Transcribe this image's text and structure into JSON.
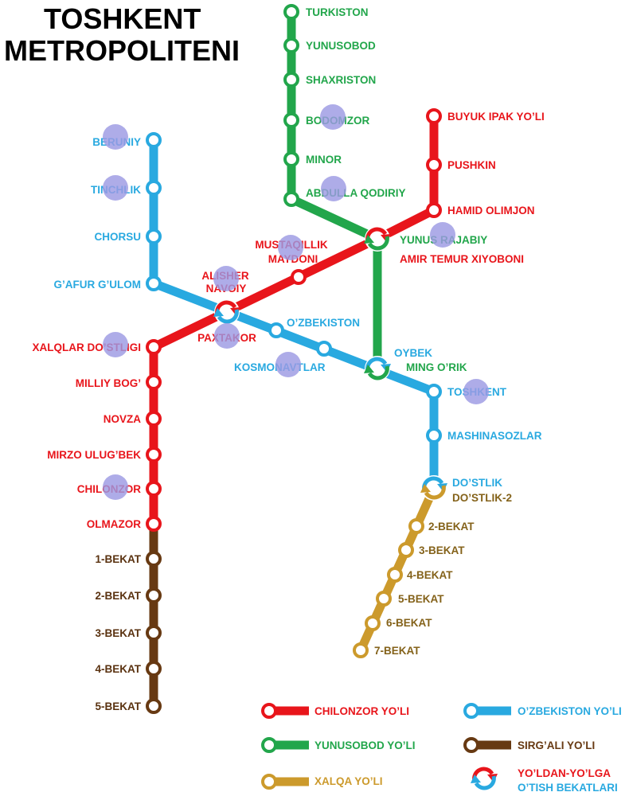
{
  "title": {
    "line1": "TOSHKENT",
    "line2": "METROPOLITENI"
  },
  "colors": {
    "chilonzor": "#e8151b",
    "yunusobod": "#22a64b",
    "ozbekiston": "#29a9e0",
    "sirgali": "#673912",
    "xalqa": "#cc9a2c",
    "xalqa_label": "#84621a",
    "sirgali_label": "#5a3210",
    "marker": "#9c9ae3",
    "title": "#000000"
  },
  "lines": {
    "yunusobod": {
      "stations": [
        [
          "TURKISTON"
        ],
        [
          "YUNUSOBOD"
        ],
        [
          "SHAXRISTON"
        ],
        [
          "BODOMZOR"
        ],
        [
          "MINOR"
        ],
        [
          "ABDULLA QODIRIY"
        ],
        [
          "YUNUS RAJABIY"
        ],
        [
          "MING O’RIK"
        ]
      ]
    },
    "chilonzor": {
      "stations": [
        [
          "BUYUK IPAK YO’LI"
        ],
        [
          "PUSHKIN"
        ],
        [
          "HAMID OLIMJON"
        ],
        [
          "AMIR TEMUR XIYOBONI"
        ],
        [
          "MUSTAQILLIK",
          "MAYDONI"
        ],
        [
          "ALISHER",
          "NAVOIY"
        ],
        [
          "XALQLAR DO’STLIGI"
        ],
        [
          "MILLIY BOG’"
        ],
        [
          "NOVZA"
        ],
        [
          "MIRZO ULUG’BEK"
        ],
        [
          "CHILONZOR"
        ],
        [
          "OLMAZOR"
        ]
      ]
    },
    "ozbekiston": {
      "stations": [
        [
          "BERUNIY"
        ],
        [
          "TINCHLIK"
        ],
        [
          "CHORSU"
        ],
        [
          "G’AFUR G’ULOM"
        ],
        [
          "PAXTAKOR"
        ],
        [
          "O’ZBEKISTON"
        ],
        [
          "KOSMONAVTLAR"
        ],
        [
          "OYBEK"
        ],
        [
          "TOSHKENT"
        ],
        [
          "MASHINASOZLAR"
        ],
        [
          "DO’STLIK"
        ]
      ]
    },
    "sirgali": {
      "stations": [
        [
          "1-BEKAT"
        ],
        [
          "2-BEKAT"
        ],
        [
          "3-BEKAT"
        ],
        [
          "4-BEKAT"
        ],
        [
          "5-BEKAT"
        ]
      ]
    },
    "xalqa": {
      "stations": [
        [
          "DO’STLIK-2"
        ],
        [
          "2-BEKAT"
        ],
        [
          "3-BEKAT"
        ],
        [
          "4-BEKAT"
        ],
        [
          "5-BEKAT"
        ],
        [
          "6-BEKAT"
        ],
        [
          "7-BEKAT"
        ]
      ]
    }
  },
  "legend": {
    "chilonzor": "CHILONZOR YO’LI",
    "yunusobod": "YUNUSOBOD YO’LI",
    "xalqa": "XALQA YO’LI",
    "ozbekiston": "O’ZBEKISTON YO’LI",
    "sirgali": "SIRG’ALI YO’LI",
    "transfer": [
      "YO’LDAN-YO’LGA",
      "O’TISH BEKATLARI"
    ]
  }
}
